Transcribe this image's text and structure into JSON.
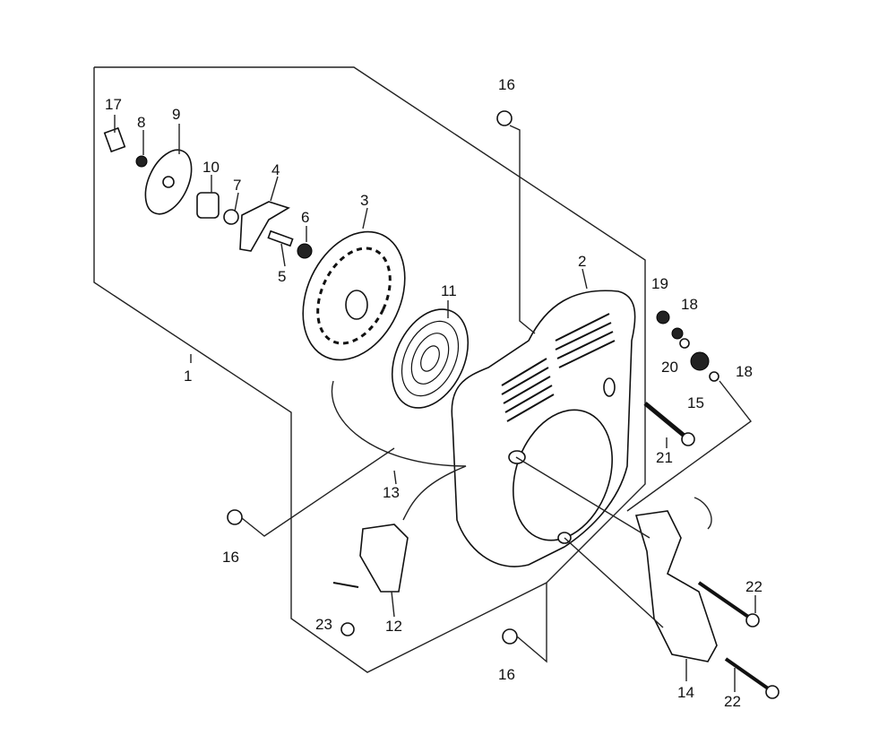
{
  "diagram": {
    "type": "exploded-parts-diagram",
    "labels": {
      "p1": "1",
      "p2": "2",
      "p3": "3",
      "p4": "4",
      "p5": "5",
      "p6": "6",
      "p7": "7",
      "p8": "8",
      "p9": "9",
      "p10": "10",
      "p11": "11",
      "p12": "12",
      "p13": "13",
      "p14": "14",
      "p15": "15",
      "p16a": "16",
      "p16b": "16",
      "p16c": "16",
      "p17": "17",
      "p18a": "18",
      "p18b": "18",
      "p19": "19",
      "p20": "20",
      "p21": "21",
      "p22a": "22",
      "p22b": "22",
      "p23": "23"
    }
  }
}
